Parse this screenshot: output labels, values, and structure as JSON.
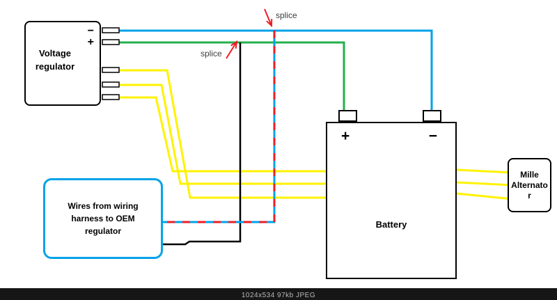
{
  "colors": {
    "wire_blue": "#00a2e8",
    "wire_green": "#22b14c",
    "wire_yellow": "#fff200",
    "wire_black": "#000000",
    "splice_red": "#ed1c24",
    "harness_box_border": "#00a2e8",
    "footer_bg": "#161616",
    "footer_text": "#b9b9b9"
  },
  "diagram": {
    "voltage_regulator": {
      "label": "Voltage regulator",
      "minus_terminal": "−",
      "plus_terminal": "+"
    },
    "battery": {
      "label": "Battery",
      "plus_terminal": "+",
      "minus_terminal": "−"
    },
    "harness": {
      "label": "Wires from wiring harness to OEM regulator"
    },
    "alternator": {
      "label": "Mille Alternator"
    },
    "splice_top_label": "splice",
    "splice_mid_label": "splice"
  },
  "wires": [
    {
      "color": "blue",
      "from": "voltage regulator − pin",
      "to": "battery − terminal"
    },
    {
      "color": "green",
      "from": "voltage regulator + pin",
      "to": "battery + terminal"
    },
    {
      "color": "blue with red dashes",
      "from": "splice on blue − wire",
      "to": "wiring harness box"
    },
    {
      "color": "black",
      "from": "splice on green + wire",
      "to": "wiring harness box"
    },
    {
      "color": "yellow",
      "count": 3,
      "from": "voltage regulator pins",
      "to": "Mille Alternator, passing behind battery"
    }
  ],
  "footer": {
    "caption": "1024x534 97kb JPEG"
  }
}
